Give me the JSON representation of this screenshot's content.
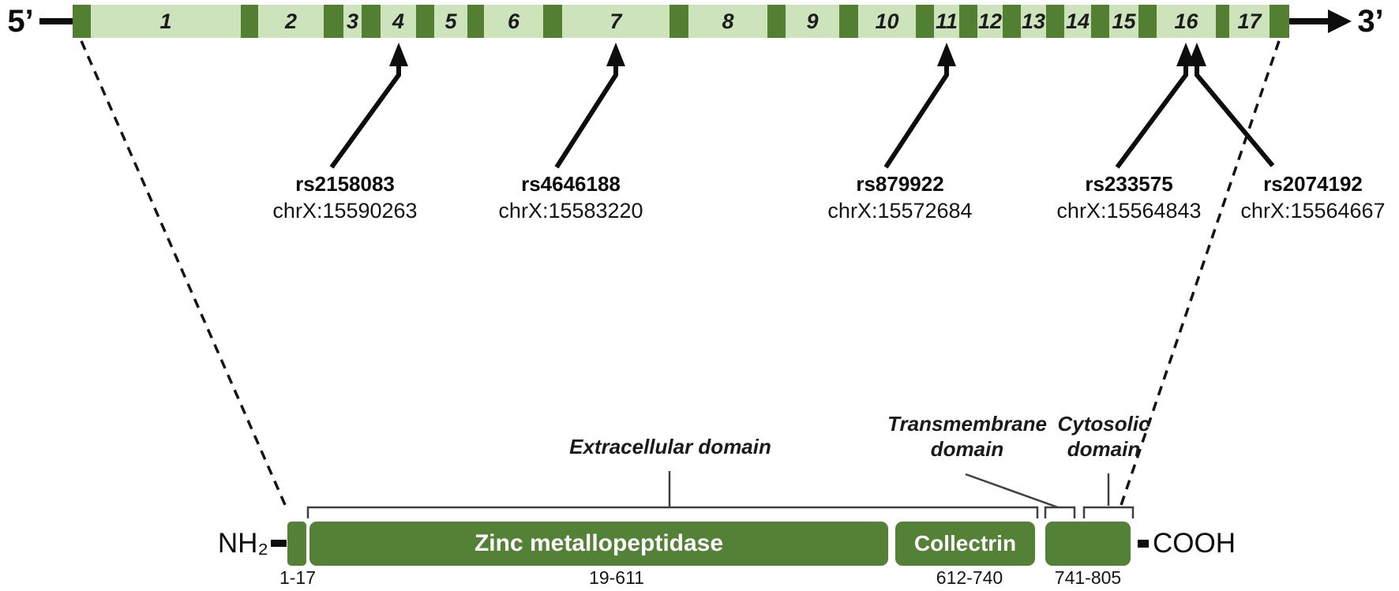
{
  "gene": {
    "five_prime_label": "5’",
    "three_prime_label": "3’",
    "exons": [
      "1",
      "2",
      "3",
      "4",
      "5",
      "6",
      "7",
      "8",
      "9",
      "10",
      "11",
      "12",
      "13",
      "14",
      "15",
      "16",
      "17"
    ]
  },
  "snps": [
    {
      "name": "rs2158083",
      "locus": "chrX:15590263"
    },
    {
      "name": "rs4646188",
      "locus": "chrX:15583220"
    },
    {
      "name": "rs879922",
      "locus": "chrX:15572684"
    },
    {
      "name": "rs233575",
      "locus": "chrX:15564843"
    },
    {
      "name": "rs2074192",
      "locus": "chrX:15564667"
    }
  ],
  "protein": {
    "n_terminus_label": "NH₂",
    "c_terminus_label": "COOH",
    "signal_peptide_range": "1-17",
    "domains": [
      {
        "label": "Zinc metallopeptidase",
        "range": "19-611"
      },
      {
        "label": "Collectrin",
        "range": "612-740"
      },
      {
        "label": "",
        "range": "741-805"
      }
    ],
    "annotations": {
      "extracellular": "Extracellular domain",
      "transmembrane": [
        "Transmembrane",
        "domain"
      ],
      "cytosolic": [
        "Cytosolic",
        "domain"
      ]
    }
  },
  "colors": {
    "exon_light": "#cde3bb",
    "exon_dark": "#527f31",
    "domain_green": "#538135",
    "line_black": "#0d0d0d",
    "bracket_gray": "#3f3f3f"
  }
}
